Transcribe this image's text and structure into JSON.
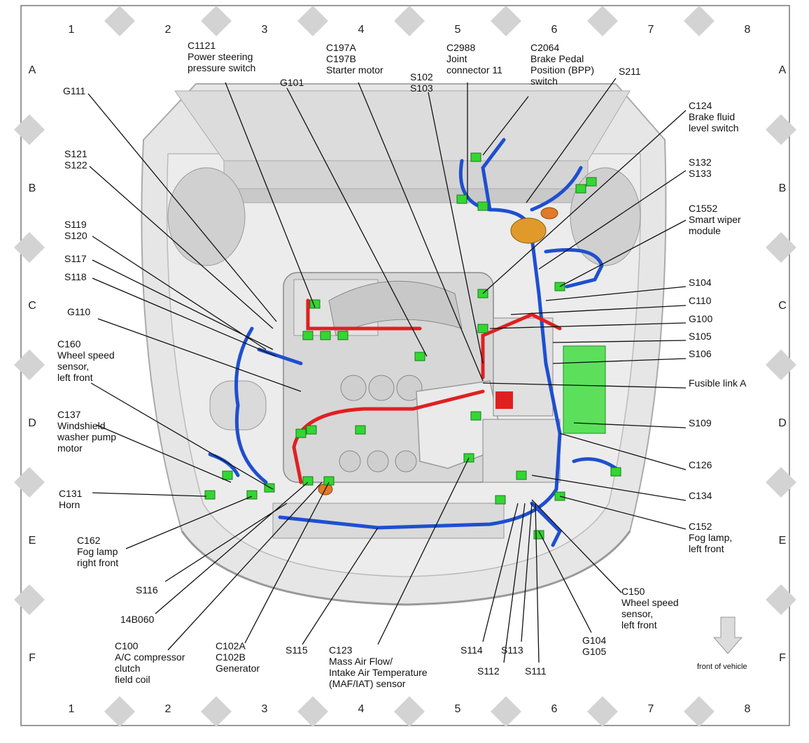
{
  "grid": {
    "columns": [
      "1",
      "2",
      "3",
      "4",
      "5",
      "6",
      "7",
      "8"
    ],
    "rows": [
      "A",
      "B",
      "C",
      "D",
      "E",
      "F"
    ]
  },
  "labels": {
    "c1121": "C1121\nPower steering\npressure switch",
    "c197": "C197A\nC197B\nStarter motor",
    "c2988": "C2988\nJoint\nconnector 11",
    "c2064": "C2064\nBrake Pedal\nPosition (BPP)\nswitch",
    "s211": "S211",
    "g101": "G101",
    "s102": "S102\nS103",
    "g111": "G111",
    "c124": "C124\nBrake fluid\nlevel switch",
    "s121": "S121\nS122",
    "s132": "S132\nS133",
    "c1552": "C1552\nSmart wiper\nmodule",
    "s119": "S119\nS120",
    "s117": "S117",
    "s118": "S118",
    "s104": "S104",
    "c110": "C110",
    "g110": "G110",
    "g100": "G100",
    "s105": "S105",
    "c160": "C160\nWheel speed\nsensor,\nleft front",
    "s106": "S106",
    "fusible": "Fusible link A",
    "c137": "C137\nWindshield\nwasher pump\nmotor",
    "s109": "S109",
    "c126": "C126",
    "c131": "C131\nHorn",
    "c134": "C134",
    "c162": "C162\nFog lamp\nright front",
    "c152": "C152\nFog lamp,\nleft front",
    "s116": "S116",
    "c150": "C150\nWheel speed\nsensor,\nleft front",
    "b14060": "14B060",
    "c100": "C100\nA/C compressor\nclutch\nfield coil",
    "c102": "C102A\nC102B\nGenerator",
    "s115": "S115",
    "c123": "C123\nMass Air Flow/\nIntake Air Temperature\n(MAF/IAT) sensor",
    "s114": "S114",
    "s112": "S112",
    "s113": "S113",
    "s111": "S111",
    "g104": "G104\nG105",
    "front": "front of vehicle"
  },
  "colors": {
    "harness_blue": "#1f4fcf",
    "wire_red": "#e02020",
    "connector_green": "#33d633",
    "engine_gray": "#d7d7d7",
    "diamond_gray": "#d3d3d3"
  }
}
